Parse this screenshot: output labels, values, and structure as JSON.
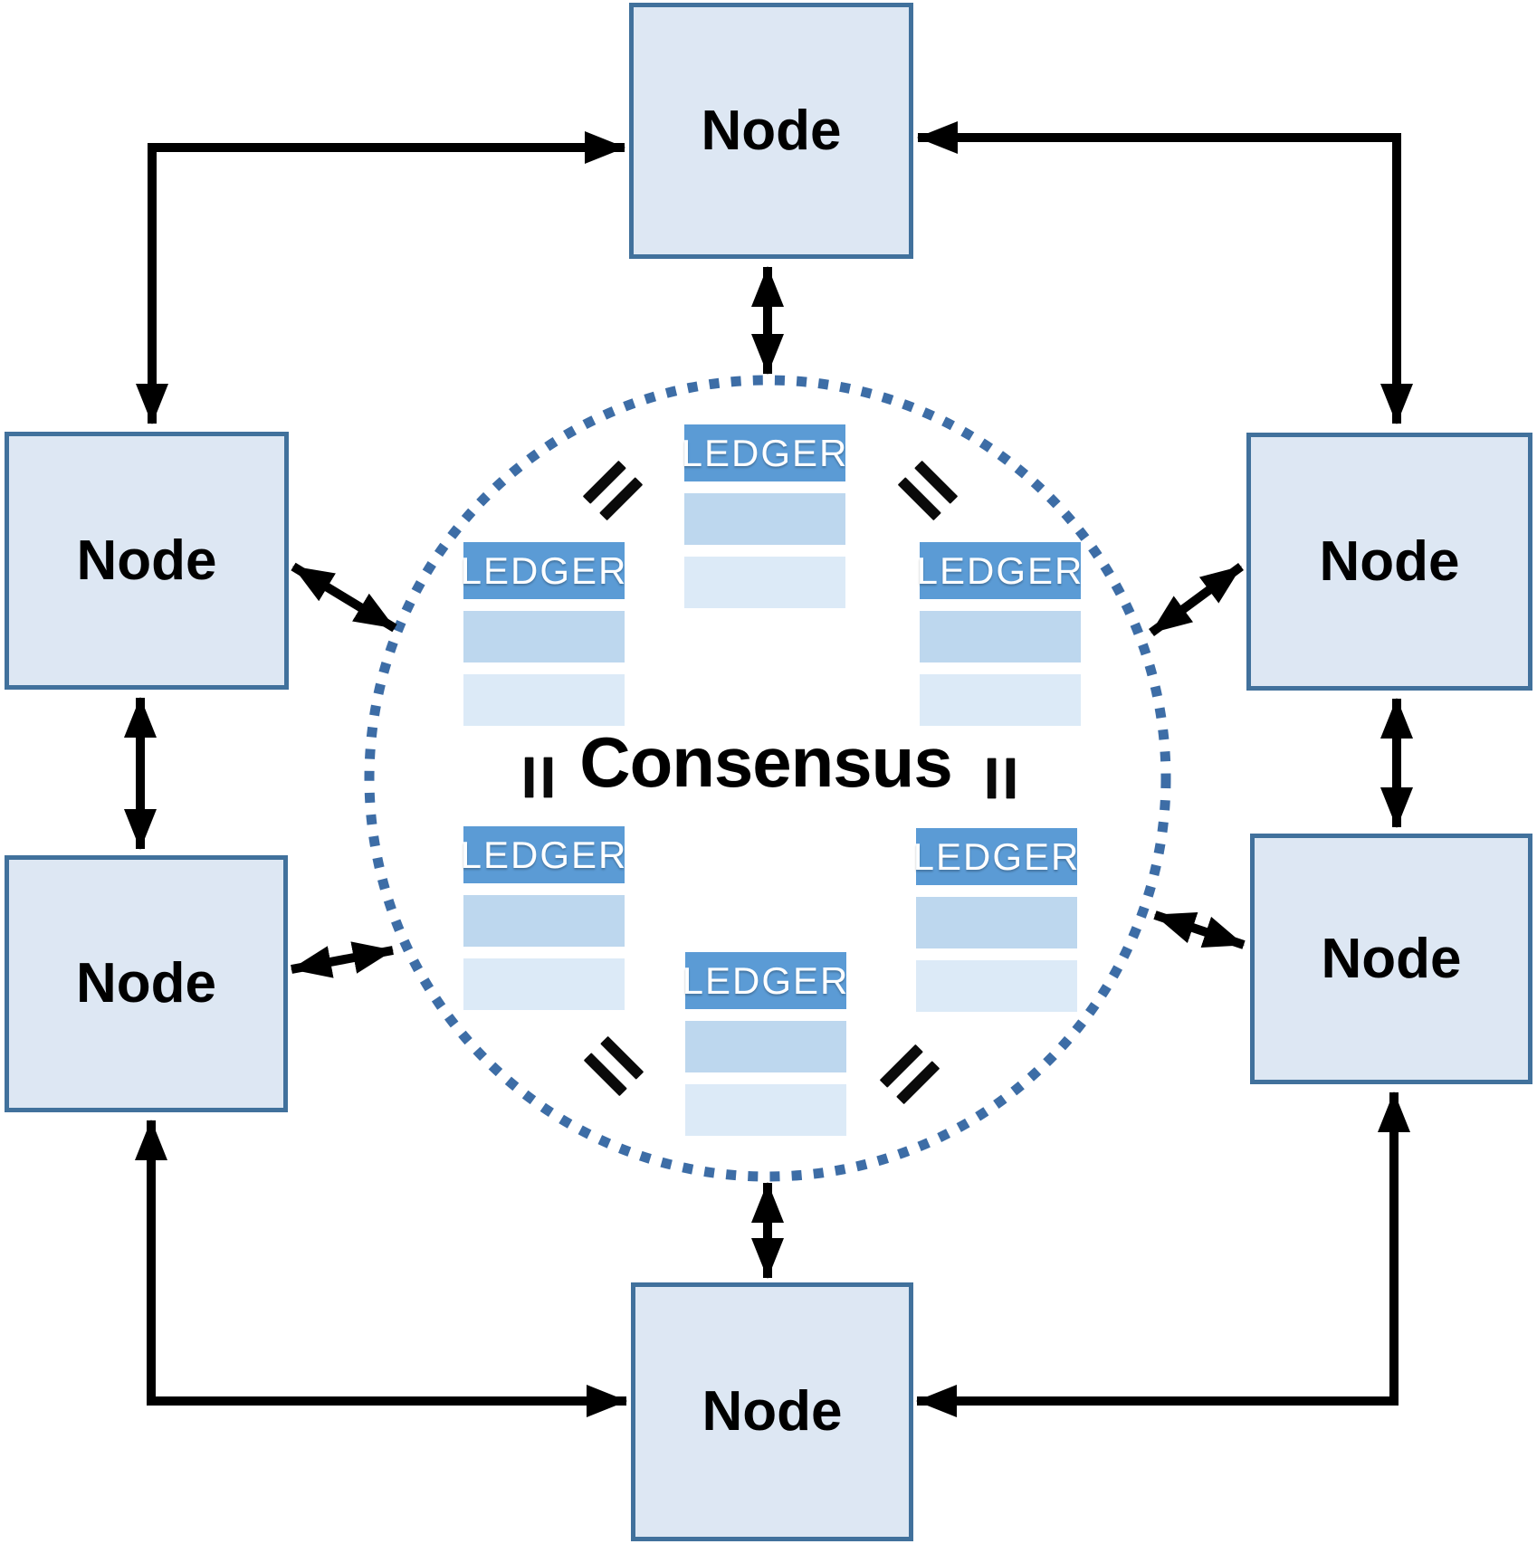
{
  "consensus": {
    "label": "Consensus"
  },
  "nodes": [
    {
      "id": "top",
      "label": "Node"
    },
    {
      "id": "left-upper",
      "label": "Node"
    },
    {
      "id": "left-lower",
      "label": "Node"
    },
    {
      "id": "right-upper",
      "label": "Node"
    },
    {
      "id": "right-lower",
      "label": "Node"
    },
    {
      "id": "bottom",
      "label": "Node"
    }
  ],
  "ledgers": [
    {
      "position": "top",
      "label": "LEDGER",
      "rows": 2
    },
    {
      "position": "upper-left",
      "label": "LEDGER",
      "rows": 2
    },
    {
      "position": "upper-right",
      "label": "LEDGER",
      "rows": 2
    },
    {
      "position": "lower-left",
      "label": "LEDGER",
      "rows": 2
    },
    {
      "position": "lower-right",
      "label": "LEDGER",
      "rows": 2
    },
    {
      "position": "bottom",
      "label": "LEDGER",
      "rows": 2
    }
  ],
  "colors": {
    "node-fill": "#dde7f3",
    "node-border": "#41719c",
    "ledger-header": "#5b9bd5",
    "ledger-row1": "#bdd7ee",
    "ledger-row2": "#dceaf7",
    "circle-dot": "#3d6da6",
    "arrow": "#000000"
  }
}
